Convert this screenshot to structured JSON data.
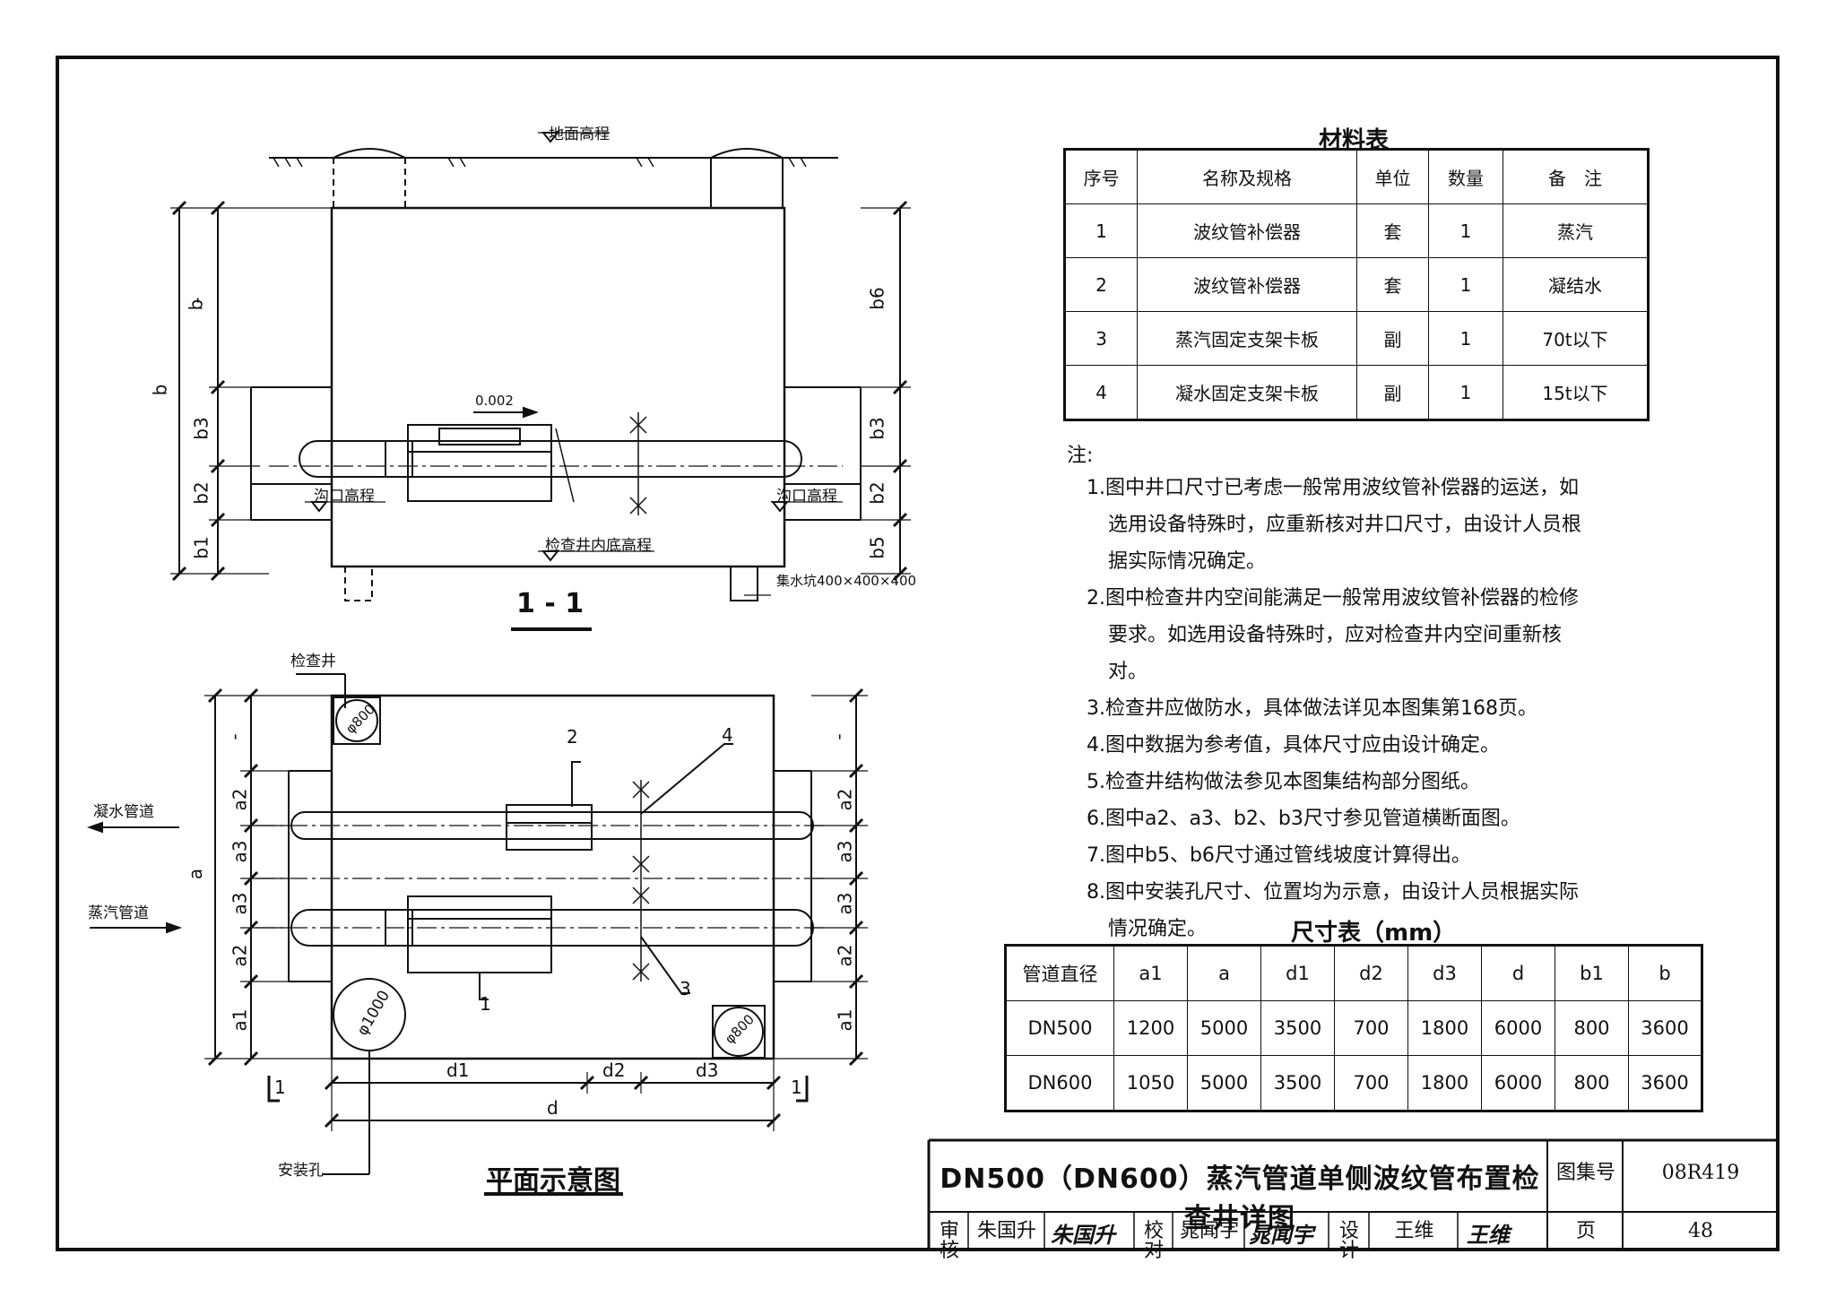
{
  "section_view": {
    "caption": "1 - 1",
    "ground_elevation_label": "地面高程",
    "trench_mouth_left": "沟口高程",
    "trench_mouth_right": "沟口高程",
    "well_bottom_label": "检查井内底高程",
    "sump_label": "集水坑400×400×400",
    "slope_label": "0.002",
    "dims_left": [
      "b",
      "b3",
      "b2",
      "b1"
    ],
    "dims_left_top": "-",
    "dims_right": [
      "b6",
      "b3",
      "b2",
      "b5"
    ]
  },
  "plan_view": {
    "caption": "平面示意图",
    "well_label": "检查井",
    "hole_small_1": "φ800",
    "hole_small_2": "φ800",
    "hole_large": "φ1000",
    "install_hole_label": "安装孔",
    "condensate_pipe_label": "凝水管道",
    "steam_pipe_label": "蒸汽管道",
    "callouts": [
      "1",
      "2",
      "3",
      "4"
    ],
    "section_markers": [
      "1",
      "1"
    ],
    "dims_left": [
      "-",
      "a2",
      "a",
      "a3",
      "a3",
      "a2",
      "a1"
    ],
    "dims_right": [
      "-",
      "a2",
      "a3",
      "a3",
      "a2",
      "a1"
    ],
    "dims_bottom": [
      "d1",
      "d2",
      "d3",
      "d"
    ]
  },
  "material_table": {
    "title": "材料表",
    "headers": [
      "序号",
      "名称及规格",
      "单位",
      "数量",
      "备　注"
    ],
    "rows": [
      [
        "1",
        "波纹管补偿器",
        "套",
        "1",
        "蒸汽"
      ],
      [
        "2",
        "波纹管补偿器",
        "套",
        "1",
        "凝结水"
      ],
      [
        "3",
        "蒸汽固定支架卡板",
        "副",
        "1",
        "70t以下"
      ],
      [
        "4",
        "凝水固定支架卡板",
        "副",
        "1",
        "15t以下"
      ]
    ]
  },
  "notes": {
    "head": "注:",
    "items": [
      [
        "1.图中井口尺寸已考虑一般常用波纹管补偿器的运送，如",
        "选用设备特殊时，应重新核对井口尺寸，由设计人员根",
        "据实际情况确定。"
      ],
      [
        "2.图中检查井内空间能满足一般常用波纹管补偿器的检修",
        "要求。如选用设备特殊时，应对检查井内空间重新核对。"
      ],
      [
        "3.检查井应做防水，具体做法详见本图集第168页。"
      ],
      [
        "4.图中数据为参考值，具体尺寸应由设计确定。"
      ],
      [
        "5.检查井结构做法参见本图集结构部分图纸。"
      ],
      [
        "6.图中a2、a3、b2、b3尺寸参见管道横断面图。"
      ],
      [
        "7.图中b5、b6尺寸通过管线坡度计算得出。"
      ],
      [
        "8.图中安装孔尺寸、位置均为示意，由设计人员根据实际",
        "情况确定。"
      ]
    ]
  },
  "size_table": {
    "title": "尺寸表（mm）",
    "headers": [
      "管道直径",
      "a1",
      "a",
      "d1",
      "d2",
      "d3",
      "d",
      "b1",
      "b"
    ],
    "rows": [
      [
        "DN500",
        "1200",
        "5000",
        "3500",
        "700",
        "1800",
        "6000",
        "800",
        "3600"
      ],
      [
        "DN600",
        "1050",
        "5000",
        "3500",
        "700",
        "1800",
        "6000",
        "800",
        "3600"
      ]
    ]
  },
  "title_block": {
    "title": "DN500（DN600）蒸汽管道单侧波纹管布置检查井详图",
    "atlas_label": "图集号",
    "atlas_no": "08R419",
    "page_label": "页",
    "page_no": "48",
    "review_label": "审核",
    "reviewer": "朱国升",
    "reviewer_sig": "朱国升",
    "check_label": "校对",
    "checker": "晁闻宇",
    "checker_sig": "晁闻宇",
    "design_label": "设计",
    "designer": "王维",
    "designer_sig": "王维"
  }
}
